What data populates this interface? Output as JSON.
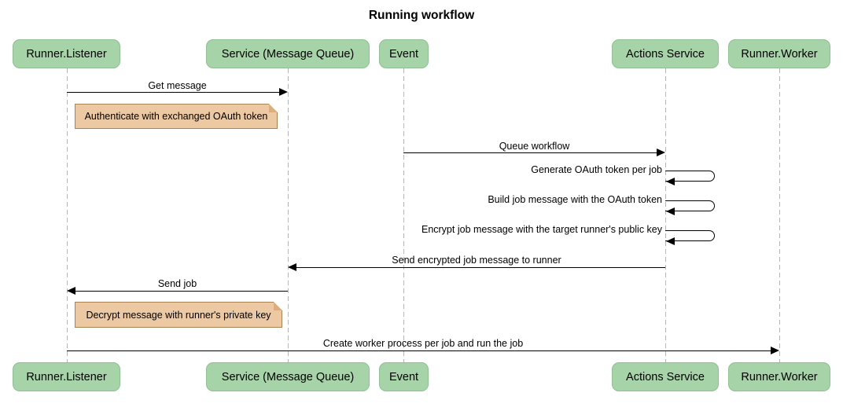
{
  "title": "Running workflow",
  "actors": [
    {
      "label": "Runner.Listener"
    },
    {
      "label": "Service (Message Queue)"
    },
    {
      "label": "Event"
    },
    {
      "label": "Actions Service"
    },
    {
      "label": "Runner.Worker"
    }
  ],
  "messages": [
    {
      "label": "Get message",
      "from": "Runner.Listener",
      "to": "Service (Message Queue)",
      "self": false
    },
    {
      "label": "Queue workflow",
      "from": "Event",
      "to": "Actions Service",
      "self": false
    },
    {
      "label": "Generate OAuth token per job",
      "from": "Actions Service",
      "to": "Actions Service",
      "self": true
    },
    {
      "label": "Build job message with the OAuth token",
      "from": "Actions Service",
      "to": "Actions Service",
      "self": true
    },
    {
      "label": "Encrypt job message with the target runner's public key",
      "from": "Actions Service",
      "to": "Actions Service",
      "self": true
    },
    {
      "label": "Send encrypted job message to runner",
      "from": "Actions Service",
      "to": "Service (Message Queue)",
      "self": false
    },
    {
      "label": "Send job",
      "from": "Service (Message Queue)",
      "to": "Runner.Listener",
      "self": false
    },
    {
      "label": "Create worker process per job and run the job",
      "from": "Runner.Listener",
      "to": "Runner.Worker",
      "self": false
    }
  ],
  "notes": [
    {
      "text": "Authenticate with exchanged OAuth token",
      "anchor": "Runner.Listener"
    },
    {
      "text": "Decrypt message with runner's private key",
      "anchor": "Runner.Listener"
    }
  ],
  "colors": {
    "actor-fill": "#a6d3a8",
    "actor-border": "#8fbf92",
    "note-fill": "#ecc9a3",
    "note-border": "#aa8352",
    "note-fold": "#dcae7d",
    "lifeline": "#b5b5b5",
    "arrow": "#000000",
    "text": "#000000",
    "background": "#ffffff"
  }
}
